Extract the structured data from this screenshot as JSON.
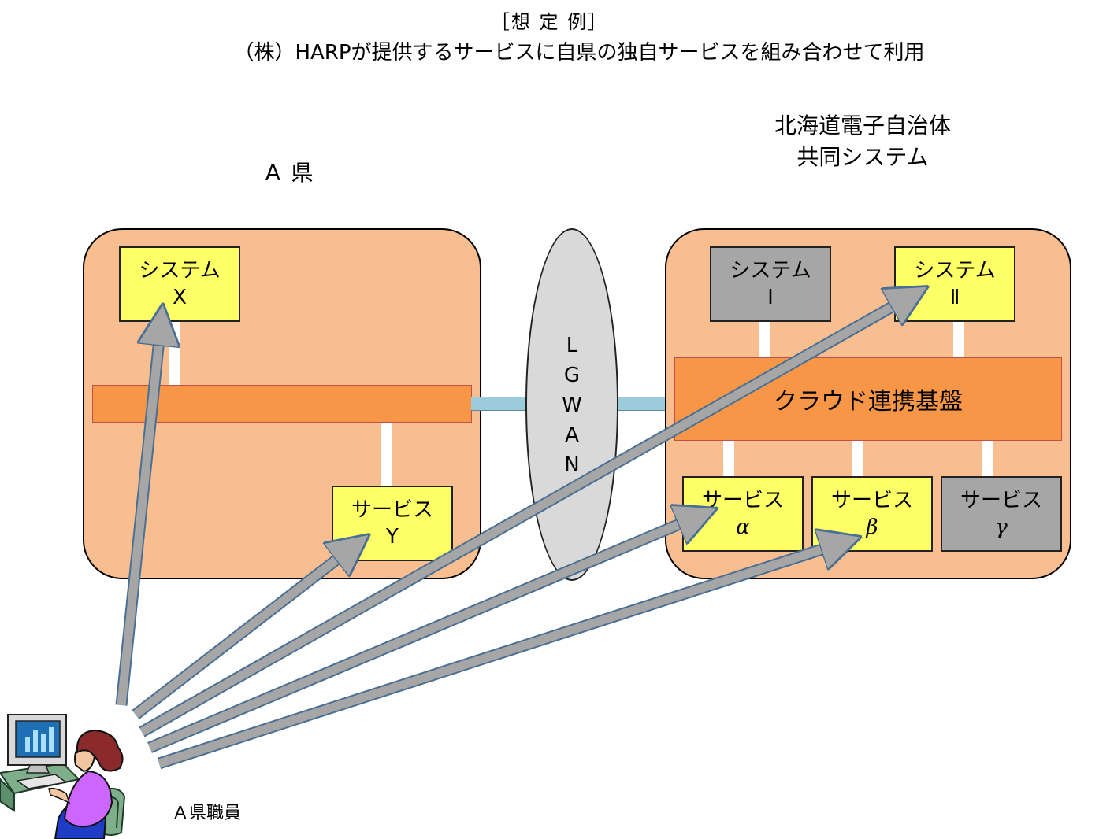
{
  "header": {
    "title": "［想 定 例］",
    "subtitle": "（株）HARPが提供するサービスに自県の独自サービスを組み合わせて利用"
  },
  "region_a": {
    "label": "Ａ 県",
    "system_x": {
      "line1": "システム",
      "line2": "X"
    },
    "service_y": {
      "line1": "サービス",
      "line2": "Y"
    }
  },
  "network": {
    "letters": [
      "L",
      "G",
      "W",
      "A",
      "N"
    ]
  },
  "region_hokkaido": {
    "label_line1": "北海道電子自治体",
    "label_line2": "共同システム",
    "cloud_platform": "クラウド連携基盤",
    "system_1": {
      "line1": "システム",
      "line2": "Ⅰ"
    },
    "system_2": {
      "line1": "システム",
      "line2": "Ⅱ"
    },
    "service_alpha": {
      "line1": "サービス",
      "line2": "α"
    },
    "service_beta": {
      "line1": "サービス",
      "line2": "β"
    },
    "service_gamma": {
      "line1": "サービス",
      "line2": "γ"
    }
  },
  "user": {
    "label": "Ａ県職員"
  },
  "colors": {
    "region_fill": "#f9be8f",
    "platform_bar": "#f79646",
    "box_available": "#ffff66",
    "box_unavailable": "#a6a6a6",
    "arrow": "#a6a6a6",
    "lgwan_fill": "#d9d9d9",
    "pipe": "#9ccbdc"
  }
}
